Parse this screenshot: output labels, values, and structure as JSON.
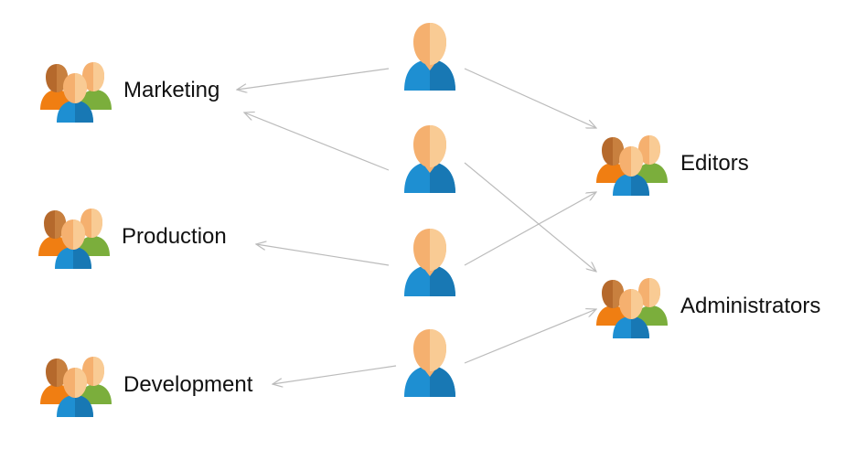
{
  "groups": [
    {
      "id": "marketing",
      "label": "Marketing"
    },
    {
      "id": "production",
      "label": "Production"
    },
    {
      "id": "development",
      "label": "Development"
    },
    {
      "id": "editors",
      "label": "Editors"
    },
    {
      "id": "administrators",
      "label": "Administrators"
    }
  ],
  "users": [
    "user-1",
    "user-2",
    "user-3",
    "user-4"
  ],
  "memberships": [
    {
      "user": "user-1",
      "group": "marketing"
    },
    {
      "user": "user-1",
      "group": "editors"
    },
    {
      "user": "user-2",
      "group": "marketing"
    },
    {
      "user": "user-2",
      "group": "administrators"
    },
    {
      "user": "user-3",
      "group": "production"
    },
    {
      "user": "user-3",
      "group": "editors"
    },
    {
      "user": "user-4",
      "group": "development"
    },
    {
      "user": "user-4",
      "group": "administrators"
    }
  ],
  "colors": {
    "skin": "#F5B06F",
    "skin_light": "#F9CB94",
    "shirt_blue": "#1E8FD2",
    "shirt_orange": "#F07E12",
    "shirt_green": "#7BAE3C",
    "hair_brown": "#B5692C",
    "arrow": "#BBBBBB"
  },
  "icons": {
    "user": "person-icon",
    "group": "people-group-icon"
  }
}
